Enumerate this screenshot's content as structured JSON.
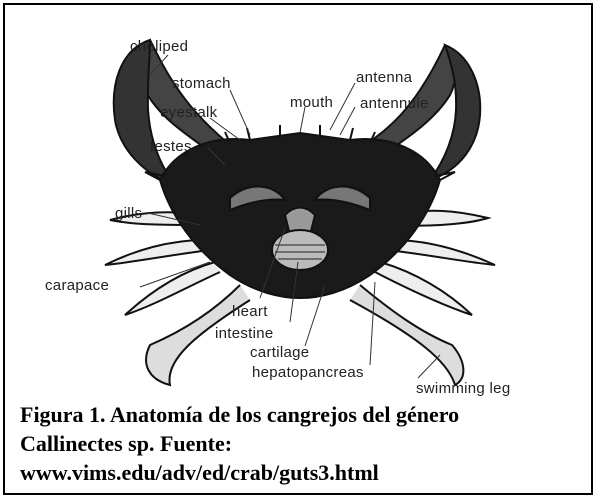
{
  "figure": {
    "labels": {
      "cheliped": "cheliped",
      "stomach": "stomach",
      "eyestalk": "eyestalk",
      "mouth": "mouth",
      "antenna": "antenna",
      "antennule": "antennule",
      "testes": "testes",
      "gills": "gills",
      "carapace": "carapace",
      "heart": "heart",
      "intestine": "intestine",
      "cartilage": "cartilage",
      "hepatopancreas": "hepatopancreas",
      "swimming_leg": "swimming leg"
    }
  },
  "caption": {
    "line1": "Figura 1. Anatomía de los cangrejos del género",
    "line2": "Callinectes sp. Fuente:",
    "line3": "www.vims.edu/adv/ed/crab/guts3.html"
  }
}
